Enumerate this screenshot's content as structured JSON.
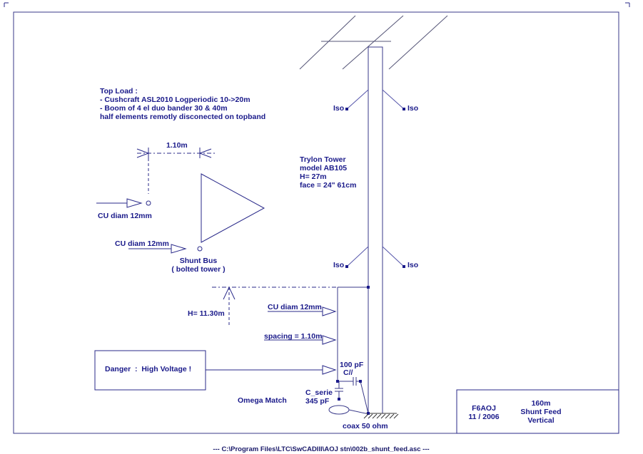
{
  "top_load": {
    "title": "Top Load :",
    "line1": "- Cushcraft ASL2010 Logperiodic 10->20m",
    "line2": "- Boom of 4 el duo bander 30 & 40m",
    "line3": "half elements remotly disconected on topband"
  },
  "iso_label": "Iso",
  "tower": {
    "line1": "Trylon Tower",
    "line2": "model AB105",
    "line3": "H= 27m",
    "line4": "face = 24\" 61cm"
  },
  "dim_spacing_top": "1.10m",
  "cu_diam": "CU diam 12mm",
  "shunt_bus": {
    "line1": "Shunt Bus",
    "line2": "( bolted tower )"
  },
  "height_label": "H= 11.30m",
  "spacing_label": "spacing = 1.10m",
  "danger": "Danger  :  High Voltage !",
  "cpar": {
    "value": "100 pF",
    "name": "C//"
  },
  "cserie": {
    "name": "C_serie",
    "value": "345 pF"
  },
  "omega": "Omega Match",
  "coax": "coax 50 ohm",
  "title_block": {
    "author": "F6AOJ",
    "date": "11 / 2006",
    "band": "160m",
    "desc1": "Shunt Feed",
    "desc2": "Vertical"
  },
  "footer": "---  C:\\Program Files\\LTC\\SwCADIII\\AOJ stn\\002b_shunt_feed.asc  ---"
}
